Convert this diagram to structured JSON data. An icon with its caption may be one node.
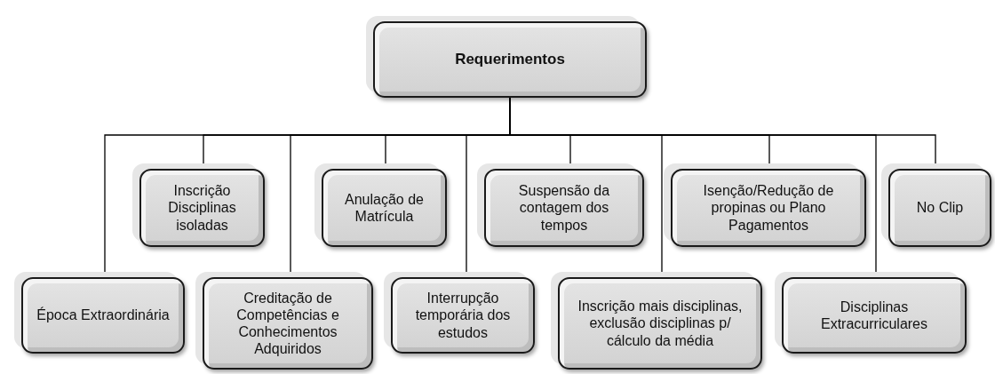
{
  "diagram": {
    "nodes": [
      {
        "text": [
          "Requerimentos"
        ]
      },
      {
        "text": [
          "Época Extraordinária"
        ]
      },
      {
        "text": [
          "Inscrição Disciplinas isoladas"
        ]
      },
      {
        "text": [
          "Creditação de Competências e Conhecimentos Adquiridos"
        ]
      },
      {
        "text": [
          "Anulação de Matrícula"
        ]
      },
      {
        "text": [
          "Interrupção temporária dos estudos"
        ]
      },
      {
        "text": [
          "Suspensão da contagem dos tempos"
        ]
      },
      {
        "text": [
          "Inscrição mais disciplinas, exclusão disciplinas p/ cálculo da média"
        ]
      },
      {
        "text": [
          "Isenção/Redução de propinas ou Plano Pagamentos"
        ]
      },
      {
        "text": [
          "Disciplinas Extracurriculares"
        ]
      },
      {
        "text": [
          "No Clip"
        ]
      }
    ],
    "edges": [
      {
        "from": 0,
        "to": 1,
        "arrow": "none"
      },
      {
        "from": 0,
        "to": 2,
        "arrow": "none"
      },
      {
        "from": 0,
        "to": 3,
        "arrow": "none"
      },
      {
        "from": 0,
        "to": 4,
        "arrow": "none"
      },
      {
        "from": 0,
        "to": 5,
        "arrow": "none"
      },
      {
        "from": 0,
        "to": 6,
        "arrow": "none"
      },
      {
        "from": 0,
        "to": 7,
        "arrow": "none"
      },
      {
        "from": 0,
        "to": 8,
        "arrow": "none"
      },
      {
        "from": 0,
        "to": 9,
        "arrow": "none"
      },
      {
        "from": 0,
        "to": 10,
        "arrow": "none"
      }
    ]
  }
}
